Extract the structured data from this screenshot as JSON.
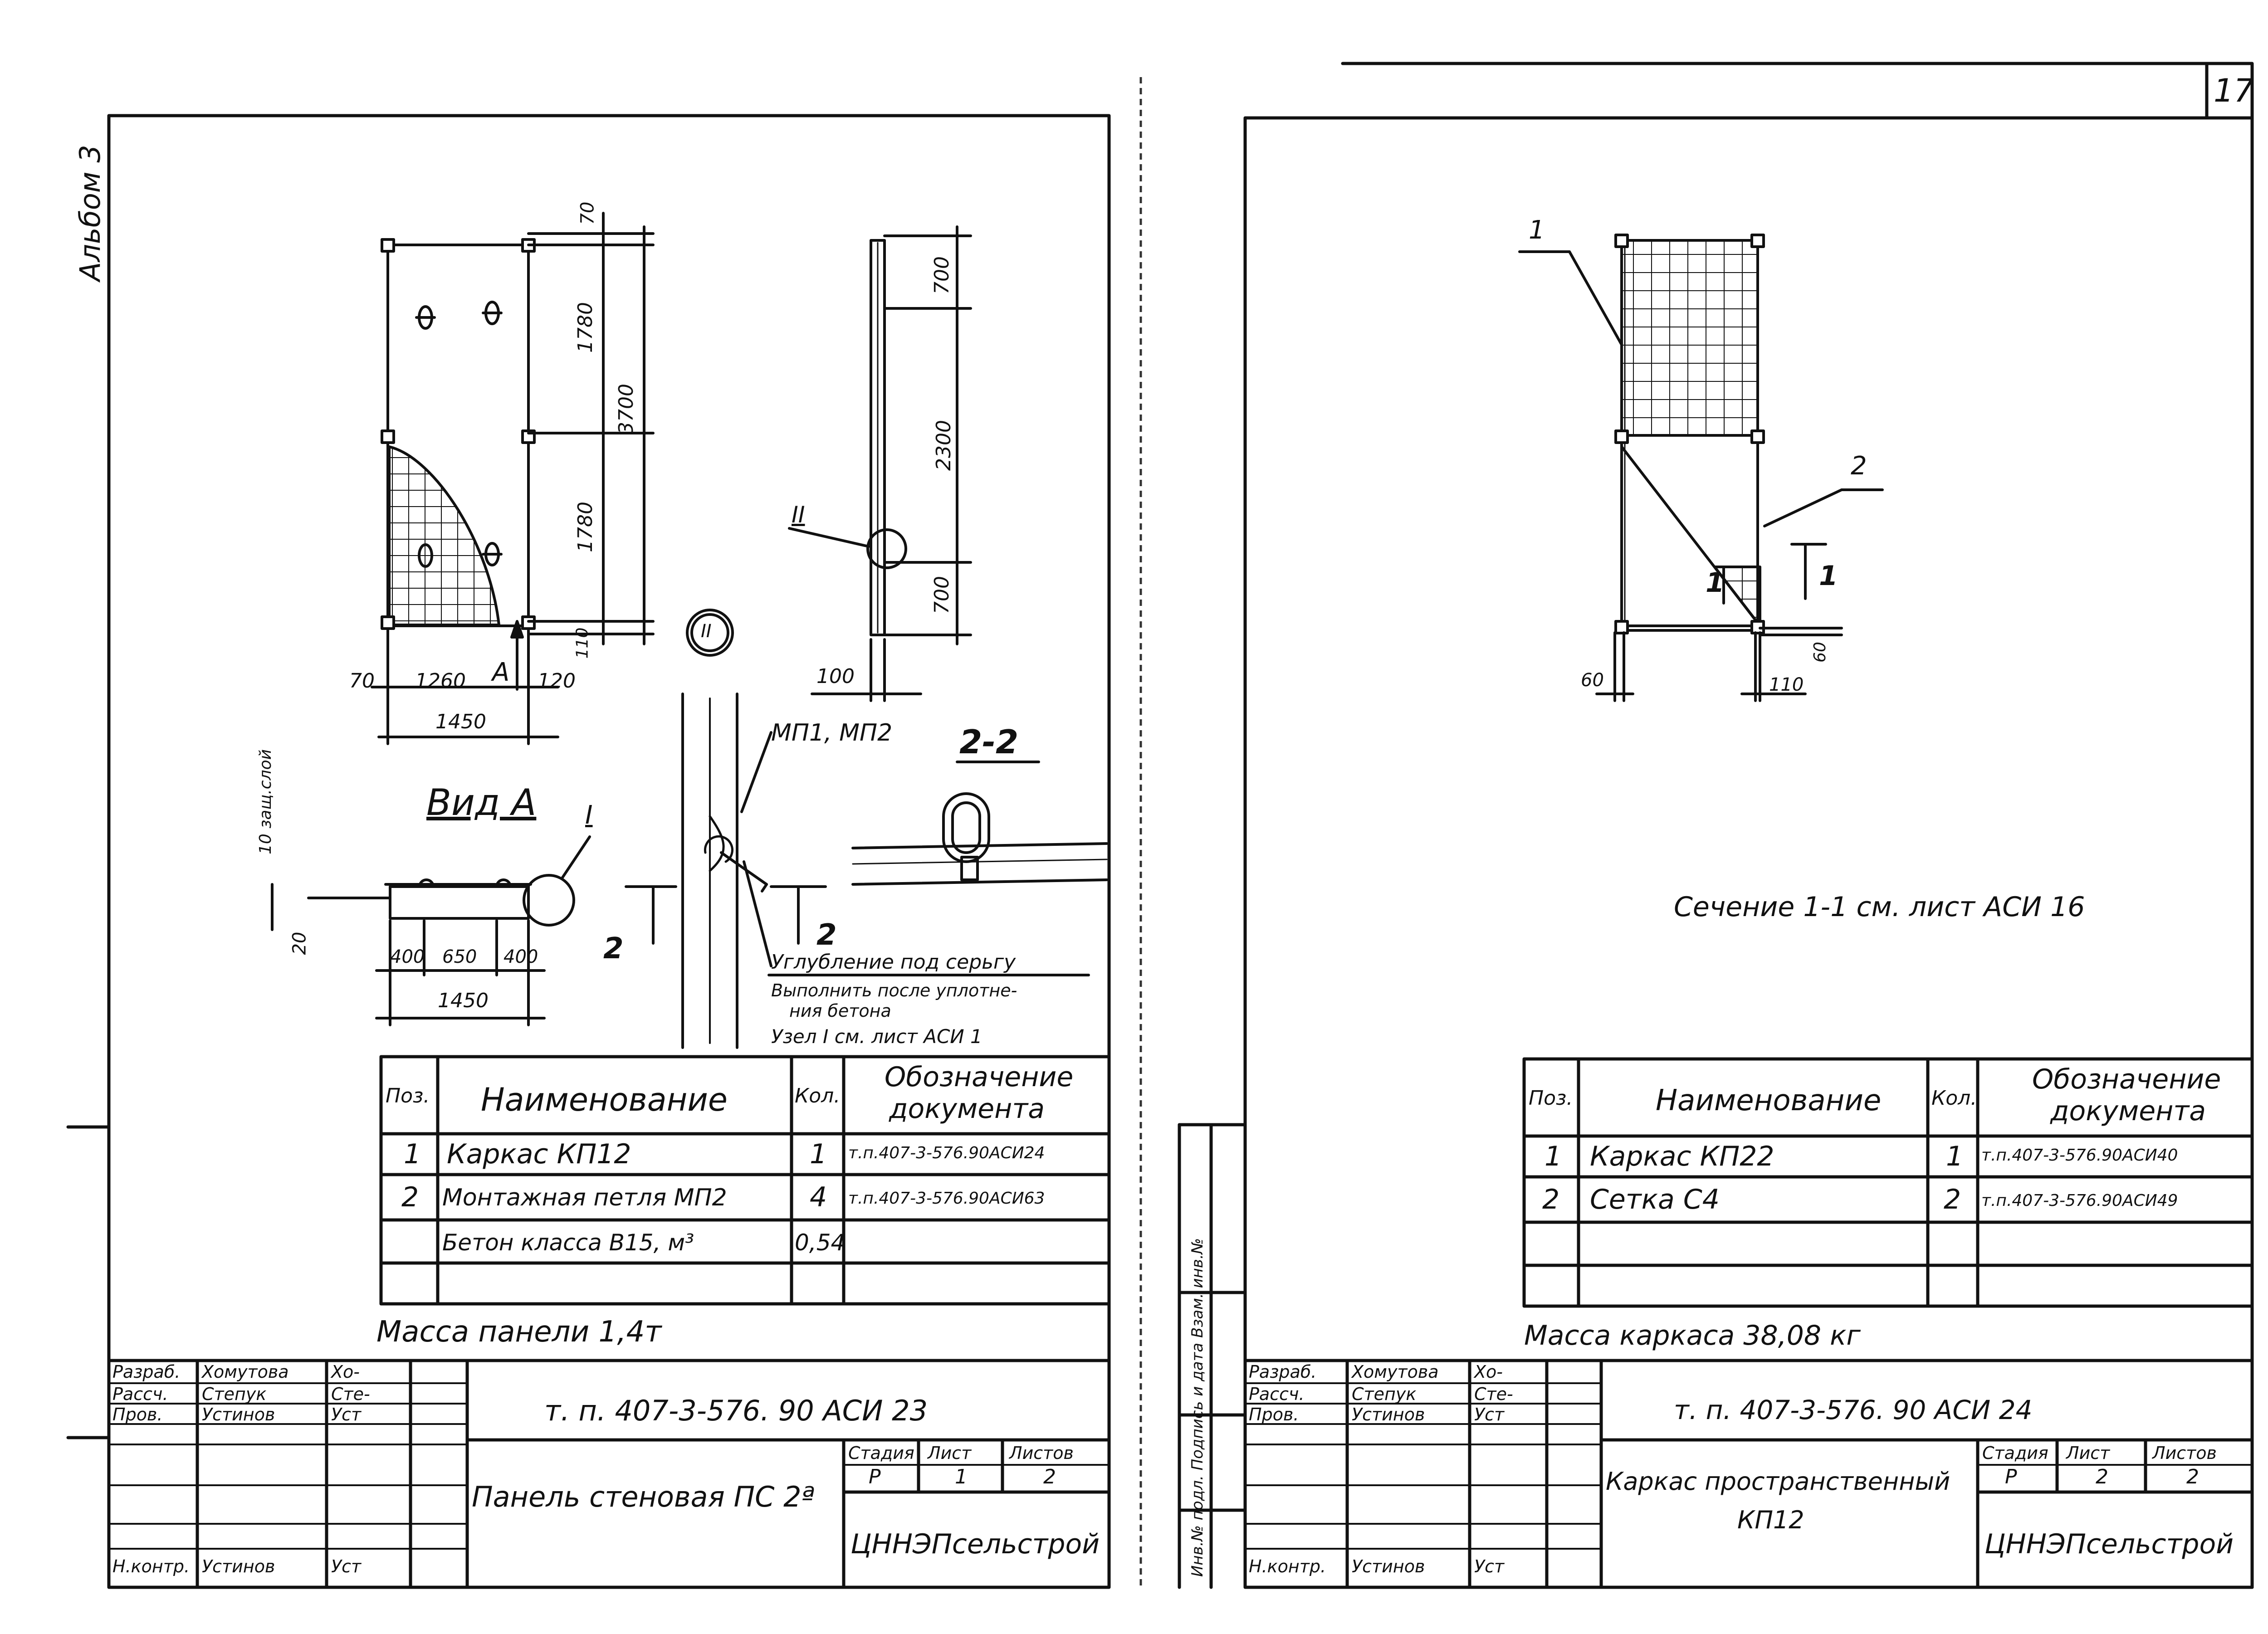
{
  "page_number": "17",
  "album_label": "Альбом 3",
  "left_sheet": {
    "dims": {
      "d70_top": "70",
      "d1780_a": "1780",
      "d1780_b": "1780",
      "d3700": "3700",
      "d110": "110",
      "d70_left": "70",
      "d1260": "1260",
      "d120": "120",
      "d1450": "1450",
      "d700_a": "700",
      "d2300": "2300",
      "d700_b": "700",
      "d100": "100",
      "d10": "10 защ.слой",
      "d20": "20",
      "d400_a": "400",
      "d650": "650",
      "d400_b": "400",
      "d1450_b": "1450"
    },
    "labels": {
      "arrow_a": "А",
      "node_ii": "II",
      "node_ii_circle": "II",
      "view_a": "Вид А",
      "node_i": "I",
      "mp": "МП1, МП2",
      "section_22": "2-2",
      "cut_2a": "2",
      "cut_2b": "2",
      "note1": "Углубление под серьгу",
      "note2": "Выполнить после уплотне-",
      "note3": "ния бетона",
      "note4": "Узел I  см. лист АСИ 1"
    },
    "spec": {
      "h_pos": "Поз.",
      "h_name": "Наименование",
      "h_qty": "Кол.",
      "h_doc1": "Обозначение",
      "h_doc2": "документа",
      "rows": [
        {
          "pos": "1",
          "name": "Каркас КП12",
          "qty": "1",
          "doc": "т.п.407-3-576.90АСИ24"
        },
        {
          "pos": "2",
          "name": "Монтажная петля МП2",
          "qty": "4",
          "doc": "т.п.407-3-576.90АСИ63"
        },
        {
          "pos": "",
          "name": "Бетон класса  В15, м³",
          "qty": "0,54",
          "doc": ""
        }
      ]
    },
    "mass": "Масса  панели  1,4т",
    "stamp": {
      "r1a": "Разраб.",
      "r1b": "Хомутова",
      "r1c": "Хо-",
      "r2a": "Рассч.",
      "r2b": "Степук",
      "r2c": "Сте-",
      "r3a": "Пров.",
      "r3b": "Устинов",
      "r3c": "Уст",
      "r4a": "Н.контр.",
      "r4b": "Устинов",
      "r4c": "Уст",
      "code": "т. п. 407-3-576. 90  АСИ 23",
      "title": "Панель стеновая ПС 2ª",
      "stage_h": "Стадия",
      "sheet_h": "Лист",
      "sheets_h": "Листов",
      "stage": "Р",
      "sheet": "1",
      "sheets": "2",
      "org": "ЦННЭПсельстрой"
    }
  },
  "right_sheet": {
    "dims": {
      "lead1": "1",
      "lead2": "2",
      "d60_left": "60",
      "d110": "110",
      "d60_right": "60",
      "cut_1a": "1",
      "cut_1b": "1"
    },
    "section_note": "Сечение 1-1 см. лист АСИ 16",
    "side_stamp": "Инв.№ подл.  Подпись и дата  Взам. инв.№",
    "spec": {
      "h_pos": "Поз.",
      "h_name": "Наименование",
      "h_qty": "Кол.",
      "h_doc1": "Обозначение",
      "h_doc2": "документа",
      "rows": [
        {
          "pos": "1",
          "name": "Каркас КП22",
          "qty": "1",
          "doc": "т.п.407-3-576.90АСИ40"
        },
        {
          "pos": "2",
          "name": "Сетка С4",
          "qty": "2",
          "doc": "т.п.407-3-576.90АСИ49"
        },
        {
          "pos": "",
          "name": "",
          "qty": "",
          "doc": ""
        }
      ]
    },
    "mass": "Масса  каркаса 38,08 кг",
    "stamp": {
      "r1a": "Разраб.",
      "r1b": "Хомутова",
      "r1c": "Хо-",
      "r2a": "Рассч.",
      "r2b": "Степук",
      "r2c": "Сте-",
      "r3a": "Пров.",
      "r3b": "Устинов",
      "r3c": "Уст",
      "r4a": "Н.контр.",
      "r4b": "Устинов",
      "r4c": "Уст",
      "code": "т. п. 407-3-576. 90  АСИ 24",
      "title1": "Каркас пространственный",
      "title2": "КП12",
      "stage_h": "Стадия",
      "sheet_h": "Лист",
      "sheets_h": "Листов",
      "stage": "Р",
      "sheet": "2",
      "sheets": "2",
      "org": "ЦННЭПсельстрой"
    }
  }
}
